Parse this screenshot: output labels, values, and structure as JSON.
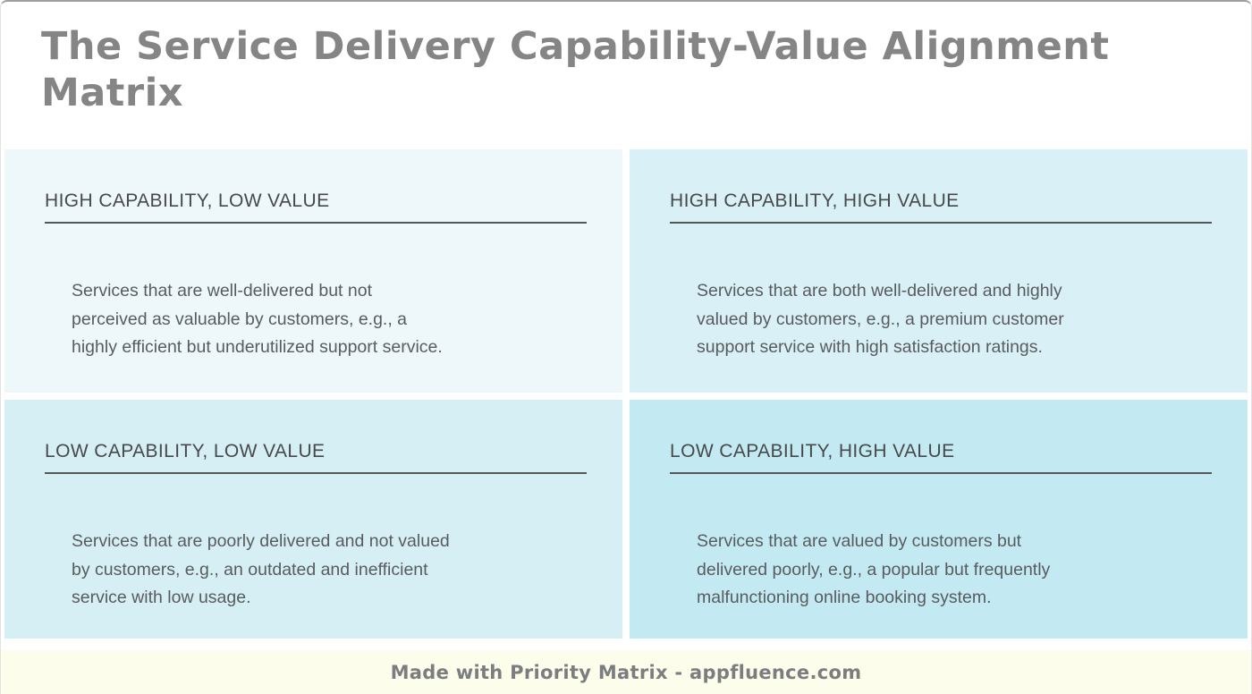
{
  "header": {
    "title": "The Service Delivery Capability-Value Alignment\nMatrix"
  },
  "matrix": {
    "quadrants": [
      {
        "id": "high-capability-low-value",
        "title": "HIGH CAPABILITY, LOW VALUE",
        "description": "Services that are well-delivered but not\nperceived as valuable by customers, e.g., a\nhighly efficient but underutilized support service.",
        "bg_color": "#eef8fa"
      },
      {
        "id": "high-capability-high-value",
        "title": "HIGH CAPABILITY, HIGH VALUE",
        "description": "Services that are both well-delivered and highly\nvalued by customers, e.g., a premium customer\nsupport service with high satisfaction ratings.",
        "bg_color": "#d9f0f6"
      },
      {
        "id": "low-capability-low-value",
        "title": "LOW CAPABILITY, LOW VALUE",
        "description": "Services that are poorly delivered and not valued\nby customers, e.g., an outdated and inefficient\nservice with low usage.",
        "bg_color": "#d5eff5"
      },
      {
        "id": "low-capability-high-value",
        "title": "LOW CAPABILITY, HIGH VALUE",
        "description": "Services that are valued by customers but\ndelivered poorly, e.g., a popular but frequently\nmalfunctioning online booking system.",
        "bg_color": "#c3eaf2"
      }
    ]
  },
  "footer": {
    "text": "Made with Priority Matrix - appfluence.com",
    "bg_color": "#fdfdec"
  }
}
